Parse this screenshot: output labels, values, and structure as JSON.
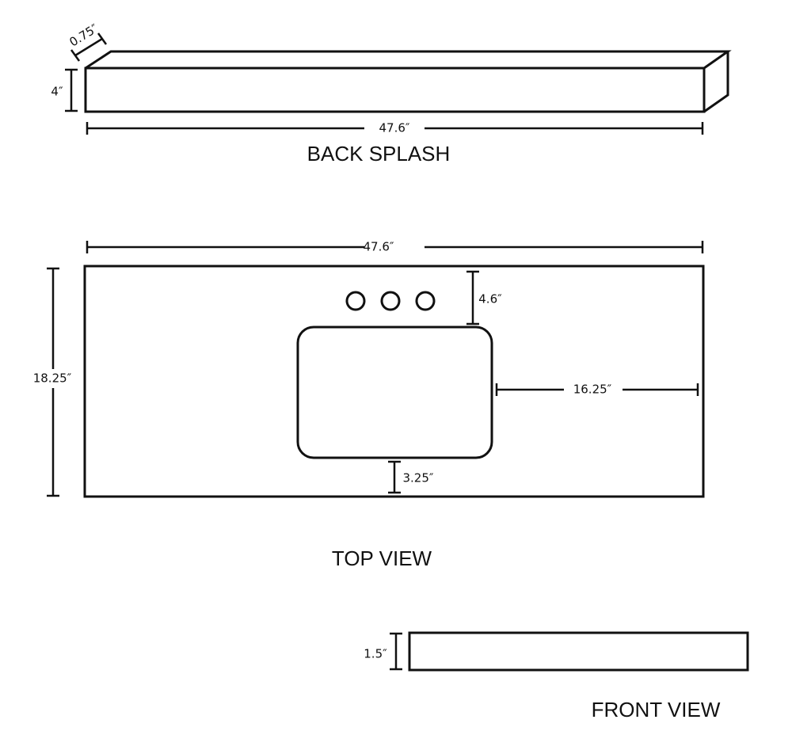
{
  "back_splash": {
    "title": "BACK SPLASH",
    "depth": "0.75″",
    "height": "4″",
    "length": "47.6″"
  },
  "top_view": {
    "title": "TOP VIEW",
    "length": "47.6″",
    "width": "18.25″",
    "faucet_to_back": "4.6″",
    "sink_to_side": "16.25″",
    "sink_to_front": "3.25″",
    "faucet_holes": 3
  },
  "front_view": {
    "title": "FRONT VIEW",
    "thickness": "1.5″"
  }
}
